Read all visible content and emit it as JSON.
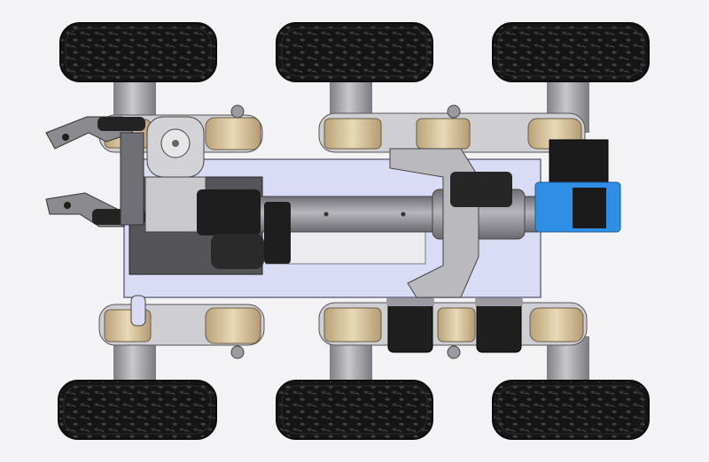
{
  "scene": {
    "subject": "six-wheeled-robot-cad-top-view",
    "wheel_count": 6,
    "gripper_jaw_count": 2,
    "colors": {
      "background": "#f3f3f5",
      "tire": "#151515",
      "tire_tread": "#3b3b3b",
      "axle": "#a6a6aa",
      "hub_tan": "#dcc9a3",
      "chassis_plate": "#d9dcf4",
      "tube": "#8c8c92",
      "dark_part": "#2b2b2b",
      "servo_blue": "#2f8fe6"
    },
    "icons": {
      "wheel": "wheel-icon",
      "gripper": "gripper-icon",
      "servo": "servo-icon",
      "camera": "camera-icon"
    }
  }
}
